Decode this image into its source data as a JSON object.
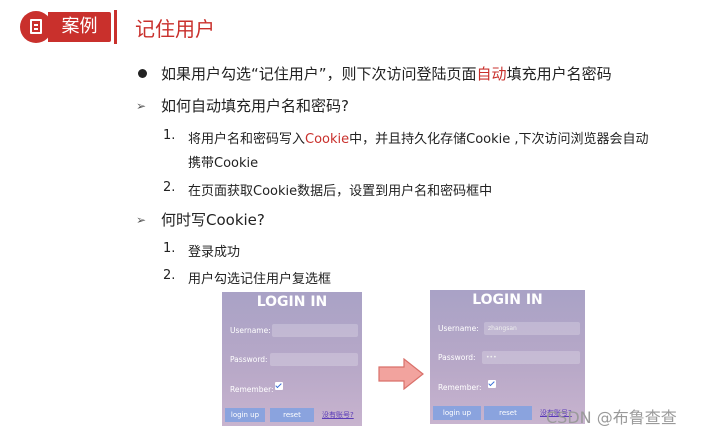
{
  "header": {
    "badge_label": "案例",
    "title": "记住用户"
  },
  "content": {
    "bullet1_a": "如果用户勾选“记住用户”，则下次访问登陆页面",
    "bullet1_red": "自动",
    "bullet1_b": "填充用户名密码",
    "q1": "如何自动填充用户名和密码?",
    "q1_items": [
      {
        "num": "1.",
        "a": "将用户名和密码写入",
        "red": "Cookie",
        "b": "中，并且持久化存储Cookie ,下次访问浏览器会自动",
        "c": "携带Cookie"
      },
      {
        "num": "2.",
        "a": "在页面获取Cookie数据后，设置到用户名和密码框中"
      }
    ],
    "q2": "何时写Cookie?",
    "q2_items": [
      {
        "num": "1.",
        "text": "登录成功"
      },
      {
        "num": "2.",
        "text": "用户勾选记住用户复选框"
      }
    ]
  },
  "login_before": {
    "title": "LOGIN IN",
    "username_label": "Username:",
    "password_label": "Password:",
    "remember_label": "Remember:",
    "username_value": "",
    "password_value": "",
    "login_btn": "login up",
    "reset_btn": "reset",
    "register_link": "没有账号?"
  },
  "login_after": {
    "title": "LOGIN IN",
    "username_label": "Username:",
    "password_label": "Password:",
    "remember_label": "Remember:",
    "username_value": "zhangsan",
    "password_value": "•••",
    "login_btn": "login up",
    "reset_btn": "reset",
    "register_link": "没有账号?"
  },
  "watermark": "CSDN @布鲁查查",
  "colors": {
    "accent": "#c9302c",
    "arrow_fill": "#f2a39e"
  }
}
